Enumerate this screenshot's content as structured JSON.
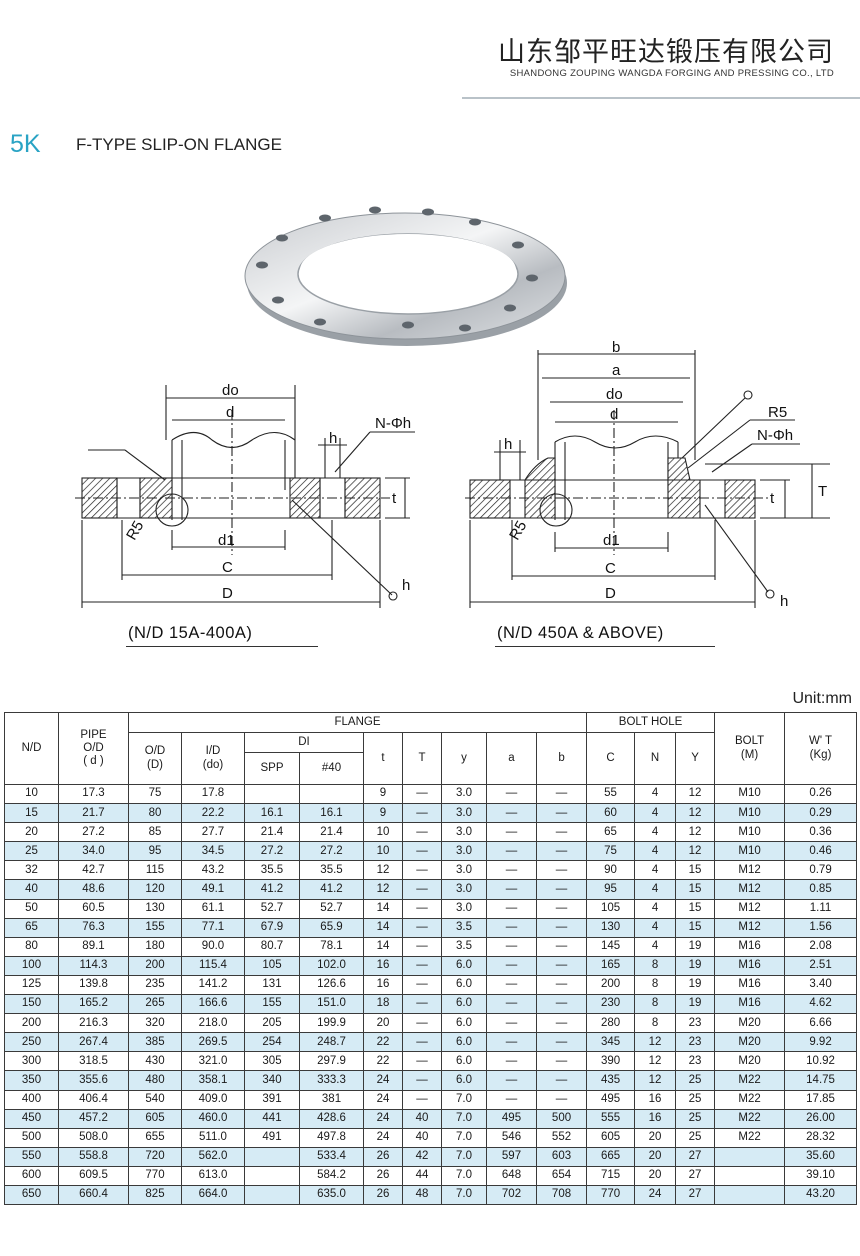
{
  "header": {
    "company_cn": "山东邹平旺达锻压有限公司",
    "company_en": "SHANDONG ZOUPING WANGDA FORGING AND PRESSING CO., LTD"
  },
  "title": {
    "number": "5K",
    "text": "F-TYPE SLIP-ON FLANGE"
  },
  "drawing": {
    "left_caption": "(N/D 15A-400A)",
    "right_caption": "(N/D 450A & ABOVE)",
    "labels": {
      "do": "do",
      "d": "d",
      "h": "h",
      "nphi": "N-Φh",
      "t": "t",
      "r5": "R5",
      "d1": "d1",
      "c": "C",
      "dd": "D",
      "b": "b",
      "a": "a",
      "tt": "T"
    }
  },
  "unit": "Unit:mm",
  "table": {
    "headers": {
      "nd": "N/D",
      "pipe_l1": "PIPE",
      "pipe_l2": "O/D",
      "pipe_l3": "( d )",
      "flange": "FLANGE",
      "od_l1": "O/D",
      "od_l2": "(D)",
      "id_l1": "I/D",
      "id_l2": "(do)",
      "di": "DI",
      "spp": "SPP",
      "s40": "#40",
      "t": "t",
      "T": "T",
      "y": "y",
      "a": "a",
      "b": "b",
      "bolt_hole": "BOLT HOLE",
      "c": "C",
      "n": "N",
      "Y": "Y",
      "bolt_l1": "BOLT",
      "bolt_l2": "(M)",
      "wt_l1": "W' T",
      "wt_l2": "(Kg)"
    },
    "rows": [
      [
        "10",
        "17.3",
        "75",
        "17.8",
        "",
        "",
        "9",
        "—",
        "3.0",
        "—",
        "—",
        "55",
        "4",
        "12",
        "M10",
        "0.26"
      ],
      [
        "15",
        "21.7",
        "80",
        "22.2",
        "16.1",
        "16.1",
        "9",
        "—",
        "3.0",
        "—",
        "—",
        "60",
        "4",
        "12",
        "M10",
        "0.29"
      ],
      [
        "20",
        "27.2",
        "85",
        "27.7",
        "21.4",
        "21.4",
        "10",
        "—",
        "3.0",
        "—",
        "—",
        "65",
        "4",
        "12",
        "M10",
        "0.36"
      ],
      [
        "25",
        "34.0",
        "95",
        "34.5",
        "27.2",
        "27.2",
        "10",
        "—",
        "3.0",
        "—",
        "—",
        "75",
        "4",
        "12",
        "M10",
        "0.46"
      ],
      [
        "32",
        "42.7",
        "115",
        "43.2",
        "35.5",
        "35.5",
        "12",
        "—",
        "3.0",
        "—",
        "—",
        "90",
        "4",
        "15",
        "M12",
        "0.79"
      ],
      [
        "40",
        "48.6",
        "120",
        "49.1",
        "41.2",
        "41.2",
        "12",
        "—",
        "3.0",
        "—",
        "—",
        "95",
        "4",
        "15",
        "M12",
        "0.85"
      ],
      [
        "50",
        "60.5",
        "130",
        "61.1",
        "52.7",
        "52.7",
        "14",
        "—",
        "3.0",
        "—",
        "—",
        "105",
        "4",
        "15",
        "M12",
        "1.11"
      ],
      [
        "65",
        "76.3",
        "155",
        "77.1",
        "67.9",
        "65.9",
        "14",
        "—",
        "3.5",
        "—",
        "—",
        "130",
        "4",
        "15",
        "M12",
        "1.56"
      ],
      [
        "80",
        "89.1",
        "180",
        "90.0",
        "80.7",
        "78.1",
        "14",
        "—",
        "3.5",
        "—",
        "—",
        "145",
        "4",
        "19",
        "M16",
        "2.08"
      ],
      [
        "100",
        "114.3",
        "200",
        "115.4",
        "105",
        "102.0",
        "16",
        "—",
        "6.0",
        "—",
        "—",
        "165",
        "8",
        "19",
        "M16",
        "2.51"
      ],
      [
        "125",
        "139.8",
        "235",
        "141.2",
        "131",
        "126.6",
        "16",
        "—",
        "6.0",
        "—",
        "—",
        "200",
        "8",
        "19",
        "M16",
        "3.40"
      ],
      [
        "150",
        "165.2",
        "265",
        "166.6",
        "155",
        "151.0",
        "18",
        "—",
        "6.0",
        "—",
        "—",
        "230",
        "8",
        "19",
        "M16",
        "4.62"
      ],
      [
        "200",
        "216.3",
        "320",
        "218.0",
        "205",
        "199.9",
        "20",
        "—",
        "6.0",
        "—",
        "—",
        "280",
        "8",
        "23",
        "M20",
        "6.66"
      ],
      [
        "250",
        "267.4",
        "385",
        "269.5",
        "254",
        "248.7",
        "22",
        "—",
        "6.0",
        "—",
        "—",
        "345",
        "12",
        "23",
        "M20",
        "9.92"
      ],
      [
        "300",
        "318.5",
        "430",
        "321.0",
        "305",
        "297.9",
        "22",
        "—",
        "6.0",
        "—",
        "—",
        "390",
        "12",
        "23",
        "M20",
        "10.92"
      ],
      [
        "350",
        "355.6",
        "480",
        "358.1",
        "340",
        "333.3",
        "24",
        "—",
        "6.0",
        "—",
        "—",
        "435",
        "12",
        "25",
        "M22",
        "14.75"
      ],
      [
        "400",
        "406.4",
        "540",
        "409.0",
        "391",
        "381",
        "24",
        "—",
        "7.0",
        "—",
        "—",
        "495",
        "16",
        "25",
        "M22",
        "17.85"
      ],
      [
        "450",
        "457.2",
        "605",
        "460.0",
        "441",
        "428.6",
        "24",
        "40",
        "7.0",
        "495",
        "500",
        "555",
        "16",
        "25",
        "M22",
        "26.00"
      ],
      [
        "500",
        "508.0",
        "655",
        "511.0",
        "491",
        "497.8",
        "24",
        "40",
        "7.0",
        "546",
        "552",
        "605",
        "20",
        "25",
        "M22",
        "28.32"
      ],
      [
        "550",
        "558.8",
        "720",
        "562.0",
        "",
        "533.4",
        "26",
        "42",
        "7.0",
        "597",
        "603",
        "665",
        "20",
        "27",
        "",
        "35.60"
      ],
      [
        "600",
        "609.5",
        "770",
        "613.0",
        "",
        "584.2",
        "26",
        "44",
        "7.0",
        "648",
        "654",
        "715",
        "20",
        "27",
        "",
        "39.10"
      ],
      [
        "650",
        "660.4",
        "825",
        "664.0",
        "",
        "635.0",
        "26",
        "48",
        "7.0",
        "702",
        "708",
        "770",
        "24",
        "27",
        "",
        "43.20"
      ]
    ],
    "row_shading_color": "#d6ebf5"
  }
}
